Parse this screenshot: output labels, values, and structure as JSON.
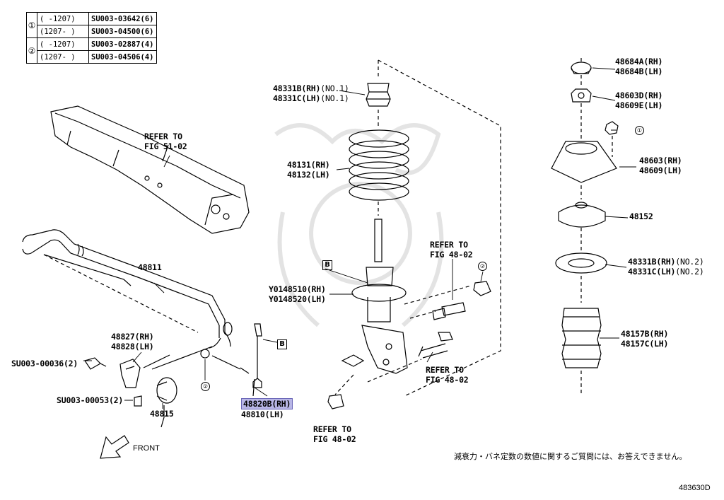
{
  "spec_table": {
    "rows": [
      {
        "marker": "①",
        "range": "(     -1207)",
        "part": "SU003-03642(6)"
      },
      {
        "marker": "",
        "range": "(1207-     )",
        "part": "SU003-04500(6)"
      },
      {
        "marker": "②",
        "range": "(     -1207)",
        "part": "SU003-02887(4)"
      },
      {
        "marker": "",
        "range": "(1207-     )",
        "part": "SU003-04506(4)"
      }
    ]
  },
  "labels": {
    "refer_51_a": "REFER TO",
    "refer_51_b": "FIG 51-02",
    "p48811": "48811",
    "p48827": "48827(RH)",
    "p48828": "48828(LH)",
    "su00036": "SU003-00036(2)",
    "su00053": "SU003-00053(2)",
    "p48815": "48815",
    "p48820b": "48820B(RH)",
    "p48810": "48810(LH)",
    "p48331b_a": "48331B(RH)",
    "p48331b_a_no": "(NO.1)",
    "p48331c_a": "48331C(LH)",
    "p48331c_a_no": "(NO.1)",
    "p48131": "48131(RH)",
    "p48132": "48132(LH)",
    "y0148510": "Y0148510(RH)",
    "y0148520": "Y0148520(LH)",
    "refer_48_top_a": "REFER TO",
    "refer_48_top_b": "FIG 48-02",
    "refer_48_mid_a": "REFER TO",
    "refer_48_mid_b": "FIG 48-02",
    "refer_48_bot_a": "REFER TO",
    "refer_48_bot_b": "FIG 48-02",
    "p48684a": "48684A(RH)",
    "p48684b": "48684B(LH)",
    "p48603d": "48603D(RH)",
    "p48609e": "48609E(LH)",
    "p48603": "48603(RH)",
    "p48609": "48609(LH)",
    "p48152": "48152",
    "p48331b_b": "48331B(RH)",
    "p48331b_b_no": "(NO.2)",
    "p48331c_b": "48331C(LH)",
    "p48331c_b_no": "(NO.2)",
    "p48157b": "48157B(RH)",
    "p48157c": "48157C(LH)",
    "box_b": "B",
    "circ1": "①",
    "circ2": "②",
    "front": "FRONT",
    "note": "減衰力・バネ定数の数値に関するご質問には、お答えできません。",
    "code": "483630D"
  },
  "colors": {
    "highlight": "#b8b6e6",
    "line": "#000000"
  }
}
